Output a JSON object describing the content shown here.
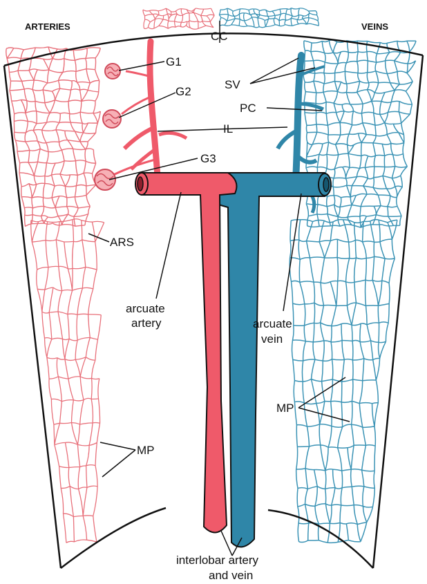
{
  "headers": {
    "left": "ARTERIES",
    "right": "VEINS"
  },
  "labels": {
    "cc": "CC",
    "g1": "G1",
    "g2": "G2",
    "g3": "G3",
    "sv": "SV",
    "pc": "PC",
    "il": "IL",
    "ars": "ARS",
    "arcuate_artery_1": "arcuate",
    "arcuate_artery_2": "artery",
    "arcuate_vein_1": "arcuate",
    "arcuate_vein_2": "vein",
    "mp_right": "MP",
    "mp_left": "MP",
    "interlobar_1": "interlobar artery",
    "interlobar_2": "and vein"
  },
  "colors": {
    "artery": "#ef5a6a",
    "artery_net": "#e8707a",
    "vein": "#2f86a8",
    "vein_net": "#3b93b5",
    "outline": "#111111"
  }
}
